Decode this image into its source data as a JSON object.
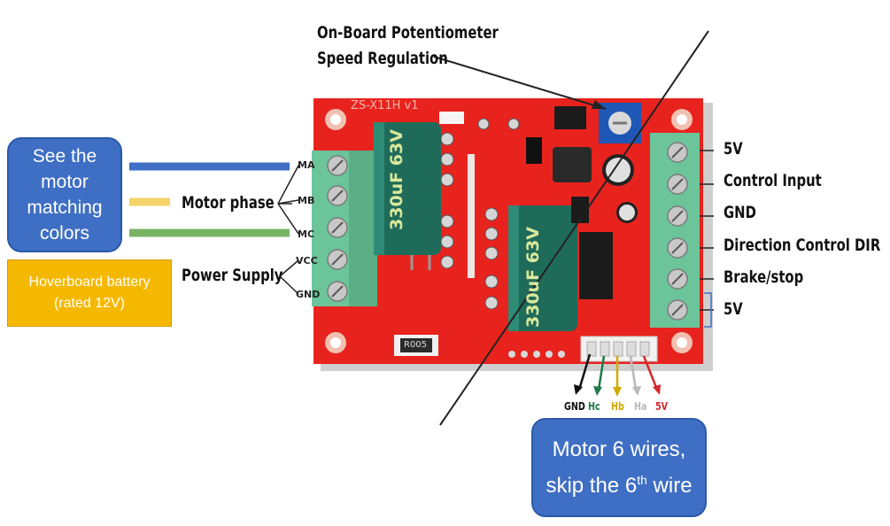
{
  "callouts": {
    "potentiometer_line1": "On-Board Potentiometer",
    "potentiometer_line2": "Speed Regulation",
    "motor_colors": "See the motor matching colors",
    "motor_phase": "Motor phase",
    "power_supply": "Power Supply",
    "battery": "Hoverboard battery (rated 12V)",
    "motor_wires_main": "Motor 6 wires, skip the 6",
    "motor_wires_sup": "th",
    "motor_wires_end": " wire"
  },
  "board": {
    "model": "ZS-X11H v1",
    "left_pins": [
      "MA",
      "MB",
      "MC",
      "VCC",
      "GND"
    ],
    "cap_left": "330uF 63V",
    "cap_right": "330uF 63V",
    "resistor": "R005"
  },
  "right_pins": [
    "5V",
    "Control Input",
    "GND",
    "Direction Control DIR",
    "Brake/stop",
    "5V"
  ],
  "hall_wires": [
    {
      "label": "GND",
      "color": "#111111"
    },
    {
      "label": "Hc",
      "color": "#1f7a4a"
    },
    {
      "label": "Hb",
      "color": "#d1a900"
    },
    {
      "label": "Ha",
      "color": "#b9b9b9"
    },
    {
      "label": "5V",
      "color": "#d42a2a"
    }
  ],
  "colors": {
    "phase_a": "#3f6fc4",
    "phase_b": "#f6d36b",
    "phase_c": "#79b466",
    "pcb": "#e8231e",
    "terminal": "#6cc49a"
  }
}
